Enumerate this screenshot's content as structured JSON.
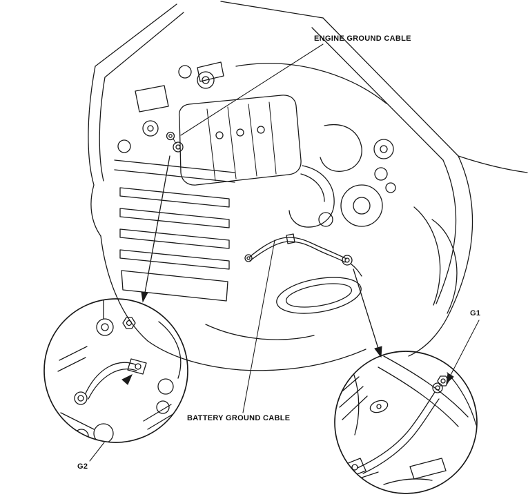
{
  "page": {
    "background": "#ffffff",
    "line_color": "#1a1a1a"
  },
  "figure": {
    "type": "service-manual-line-drawing",
    "subject": "engine-compartment-ground-cable-locations"
  },
  "labels": {
    "engine_ground_cable": "ENGINE GROUND CABLE",
    "battery_ground_cable": "BATTERY GROUND CABLE",
    "g1": "G1",
    "g2": "G2"
  }
}
